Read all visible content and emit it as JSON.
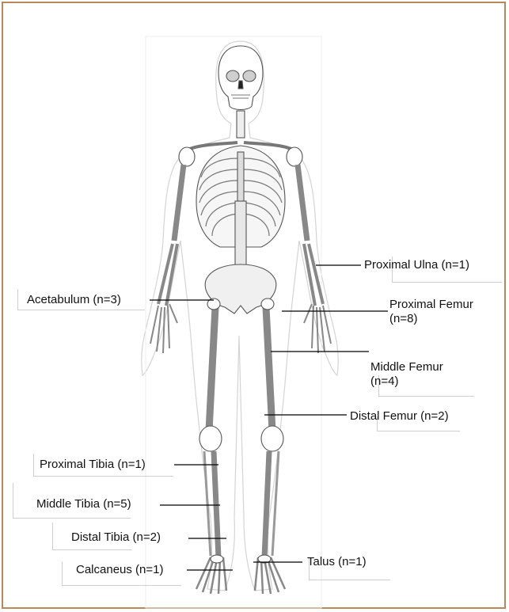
{
  "labels": {
    "proximal_ulna": "Proximal Ulna (n=1)",
    "acetabulum": "Acetabulum (n=3)",
    "proximal_femur_1": "Proximal Femur",
    "proximal_femur_2": "(n=8)",
    "middle_femur_1": "Middle Femur",
    "middle_femur_2": "(n=4)",
    "distal_femur": "Distal Femur (n=2)",
    "proximal_tibia": "Proximal Tibia (n=1)",
    "middle_tibia": "Middle Tibia (n=5)",
    "distal_tibia": "Distal Tibia (n=2)",
    "calcaneus": "Calcaneus (n=1)",
    "talus": "Talus (n=1)"
  },
  "colors": {
    "frame": "#b7895a",
    "bone_stroke": "#555555",
    "silhouette": "#d0d0d0",
    "leader": "#000000"
  }
}
